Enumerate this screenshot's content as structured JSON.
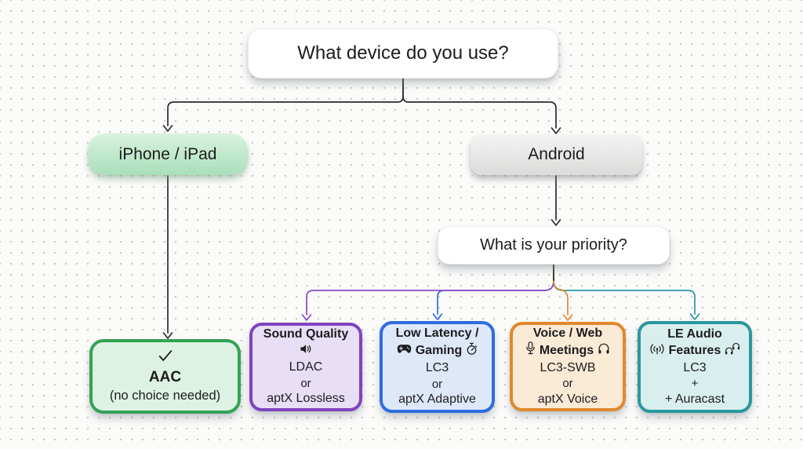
{
  "nodes": {
    "device_question": {
      "label": "What device do you use?"
    },
    "iphone": {
      "label": "iPhone / iPad"
    },
    "android": {
      "label": "Android"
    },
    "priority_question": {
      "label": "What is your priority?"
    },
    "aac": {
      "icon": "check",
      "title": "AAC",
      "note": "(no choice needed)"
    },
    "sound_quality": {
      "title": "Sound Quality",
      "icon": "speaker",
      "option1": "LDAC",
      "conjunction": "or",
      "option2": "aptX Lossless"
    },
    "low_latency": {
      "title_line1": "Low Latency /",
      "title_line2": "Gaming",
      "icon_left": "gamepad",
      "icon_right": "stopwatch",
      "option1": "LC3",
      "conjunction": "or",
      "option2": "aptX Adaptive"
    },
    "voice_meetings": {
      "title_line1": "Voice / Web",
      "title_line2": "Meetings",
      "icon_left": "microphone",
      "icon_right": "headphones",
      "option1": "LC3-SWB",
      "conjunction": "or",
      "option2": "aptX Voice"
    },
    "le_audio": {
      "title_line1": "LE Audio",
      "title_line2": "Features",
      "icon_left": "broadcast",
      "icon_right": "shared-headphones",
      "option1": "LC3",
      "conjunction": "+",
      "option2": "+ Auracast"
    }
  },
  "icons": {
    "check": "✓",
    "speaker": "🔊",
    "gamepad": "🎮",
    "stopwatch": "⏱",
    "microphone": "🎤",
    "headphones": "🎧",
    "broadcast": "((•))",
    "shared-headphones": "🎧🎧"
  },
  "colors": {
    "connector_dark": "#2b2b2d",
    "purple": "#8a4cc9",
    "blue": "#2e6ddf",
    "orange": "#e0882e",
    "teal": "#2a989e",
    "green": "#33a256",
    "canvas_bg": "#fbfbf9",
    "dot": "#c7c7c5"
  }
}
